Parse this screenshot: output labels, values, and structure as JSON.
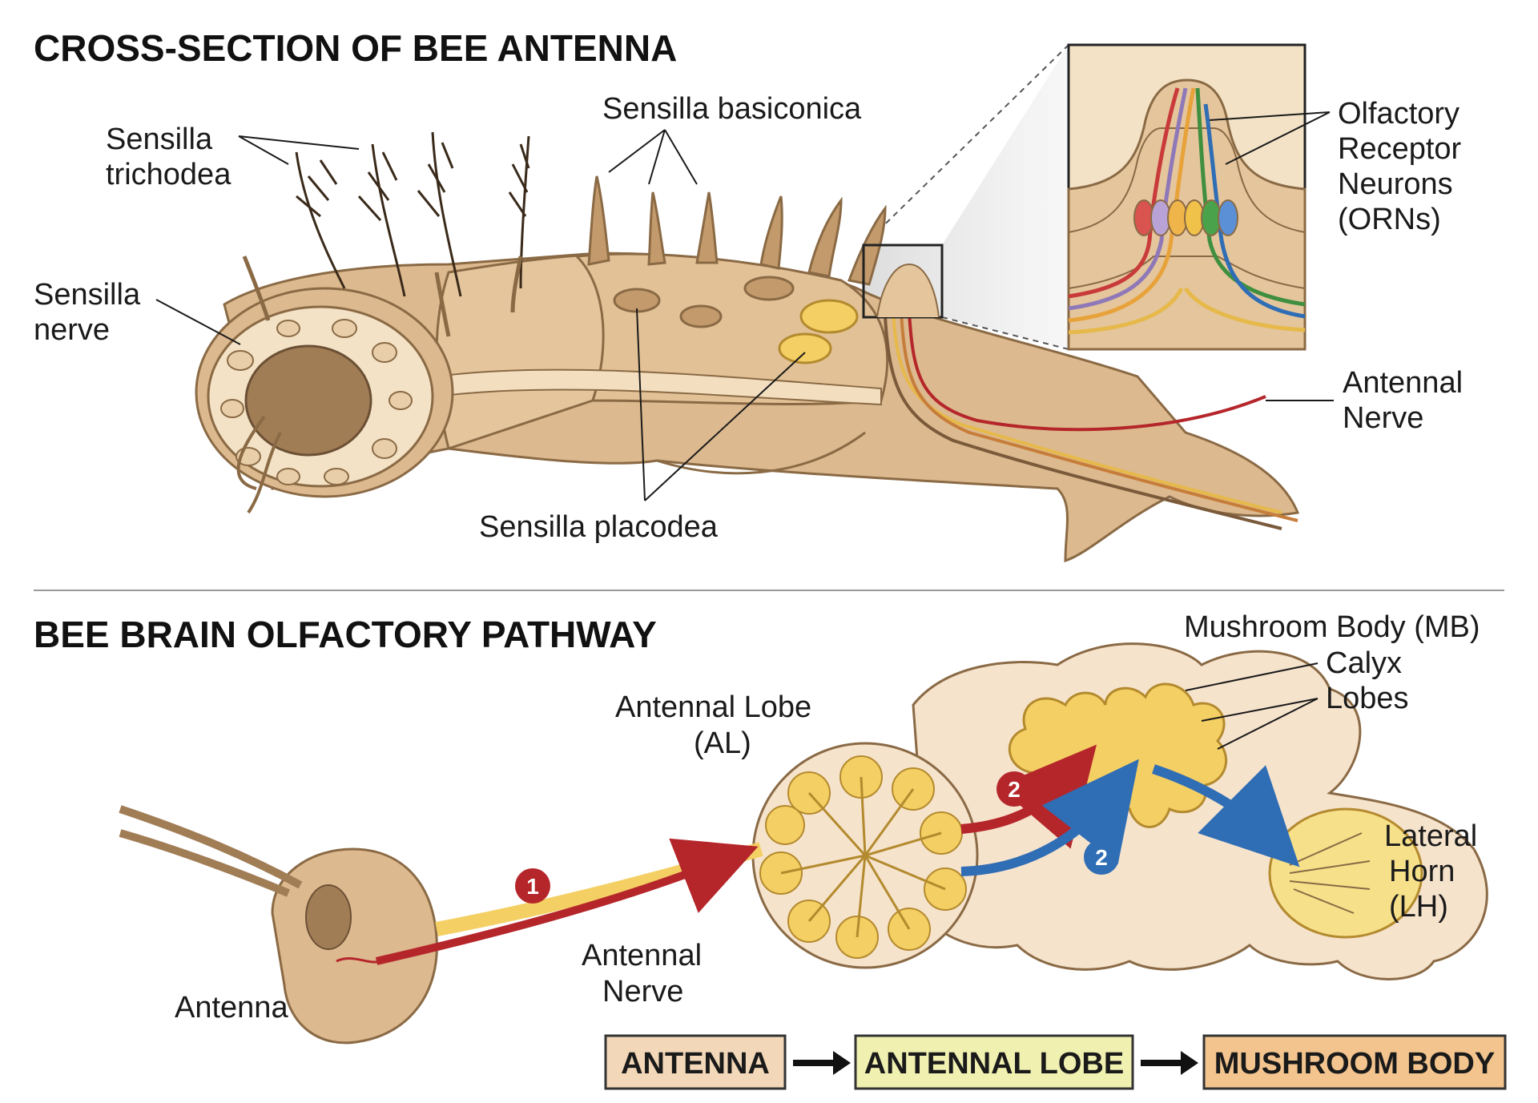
{
  "top": {
    "title": "CROSS-SECTION OF BEE ANTENNA",
    "labels": {
      "sensilla_trichodea": [
        "Sensilla",
        "trichodea"
      ],
      "sensilla_basiconica": "Sensilla basiconica",
      "sensilla_nerve": [
        "Sensilla",
        "nerve"
      ],
      "sensilla_placodea": "Sensilla placodea",
      "orns": [
        "Olfactory",
        "Receptor",
        "Neurons",
        "(ORNs)"
      ],
      "antennal_nerve": [
        "Antennal",
        "Nerve"
      ]
    }
  },
  "bottom": {
    "title": "BEE BRAIN OLFACTORY PATHWAY",
    "labels": {
      "mushroom_body": "Mushroom Body (MB)",
      "calyx": "Calyx",
      "lobes": "Lobes",
      "antennal_lobe": [
        "Antennal Lobe",
        "(AL)"
      ],
      "lateral_horn": [
        "Lateral",
        "Horn",
        "(LH)"
      ],
      "antenna": "Antenna",
      "antennal_nerve": [
        "Antennal",
        "Nerve"
      ]
    },
    "steps": {
      "one": "1",
      "two_red": "2",
      "two_blue": "2"
    },
    "flow": [
      "ANTENNA",
      "ANTENNAL LOBE",
      "MUSHROOM BODY"
    ]
  },
  "colors": {
    "tissue": "#dcb98e",
    "tissue_dark": "#c39a6b",
    "tissue_light": "#f3dfc0",
    "brain": "#f6e3cc",
    "lobe_yellow": "#f4cf63",
    "red_path": "#b5262b",
    "blue_path": "#2f6db5",
    "flow_antenna": "#f2d7b8",
    "flow_al": "#f0f0b0",
    "flow_mb": "#f3c48e"
  }
}
